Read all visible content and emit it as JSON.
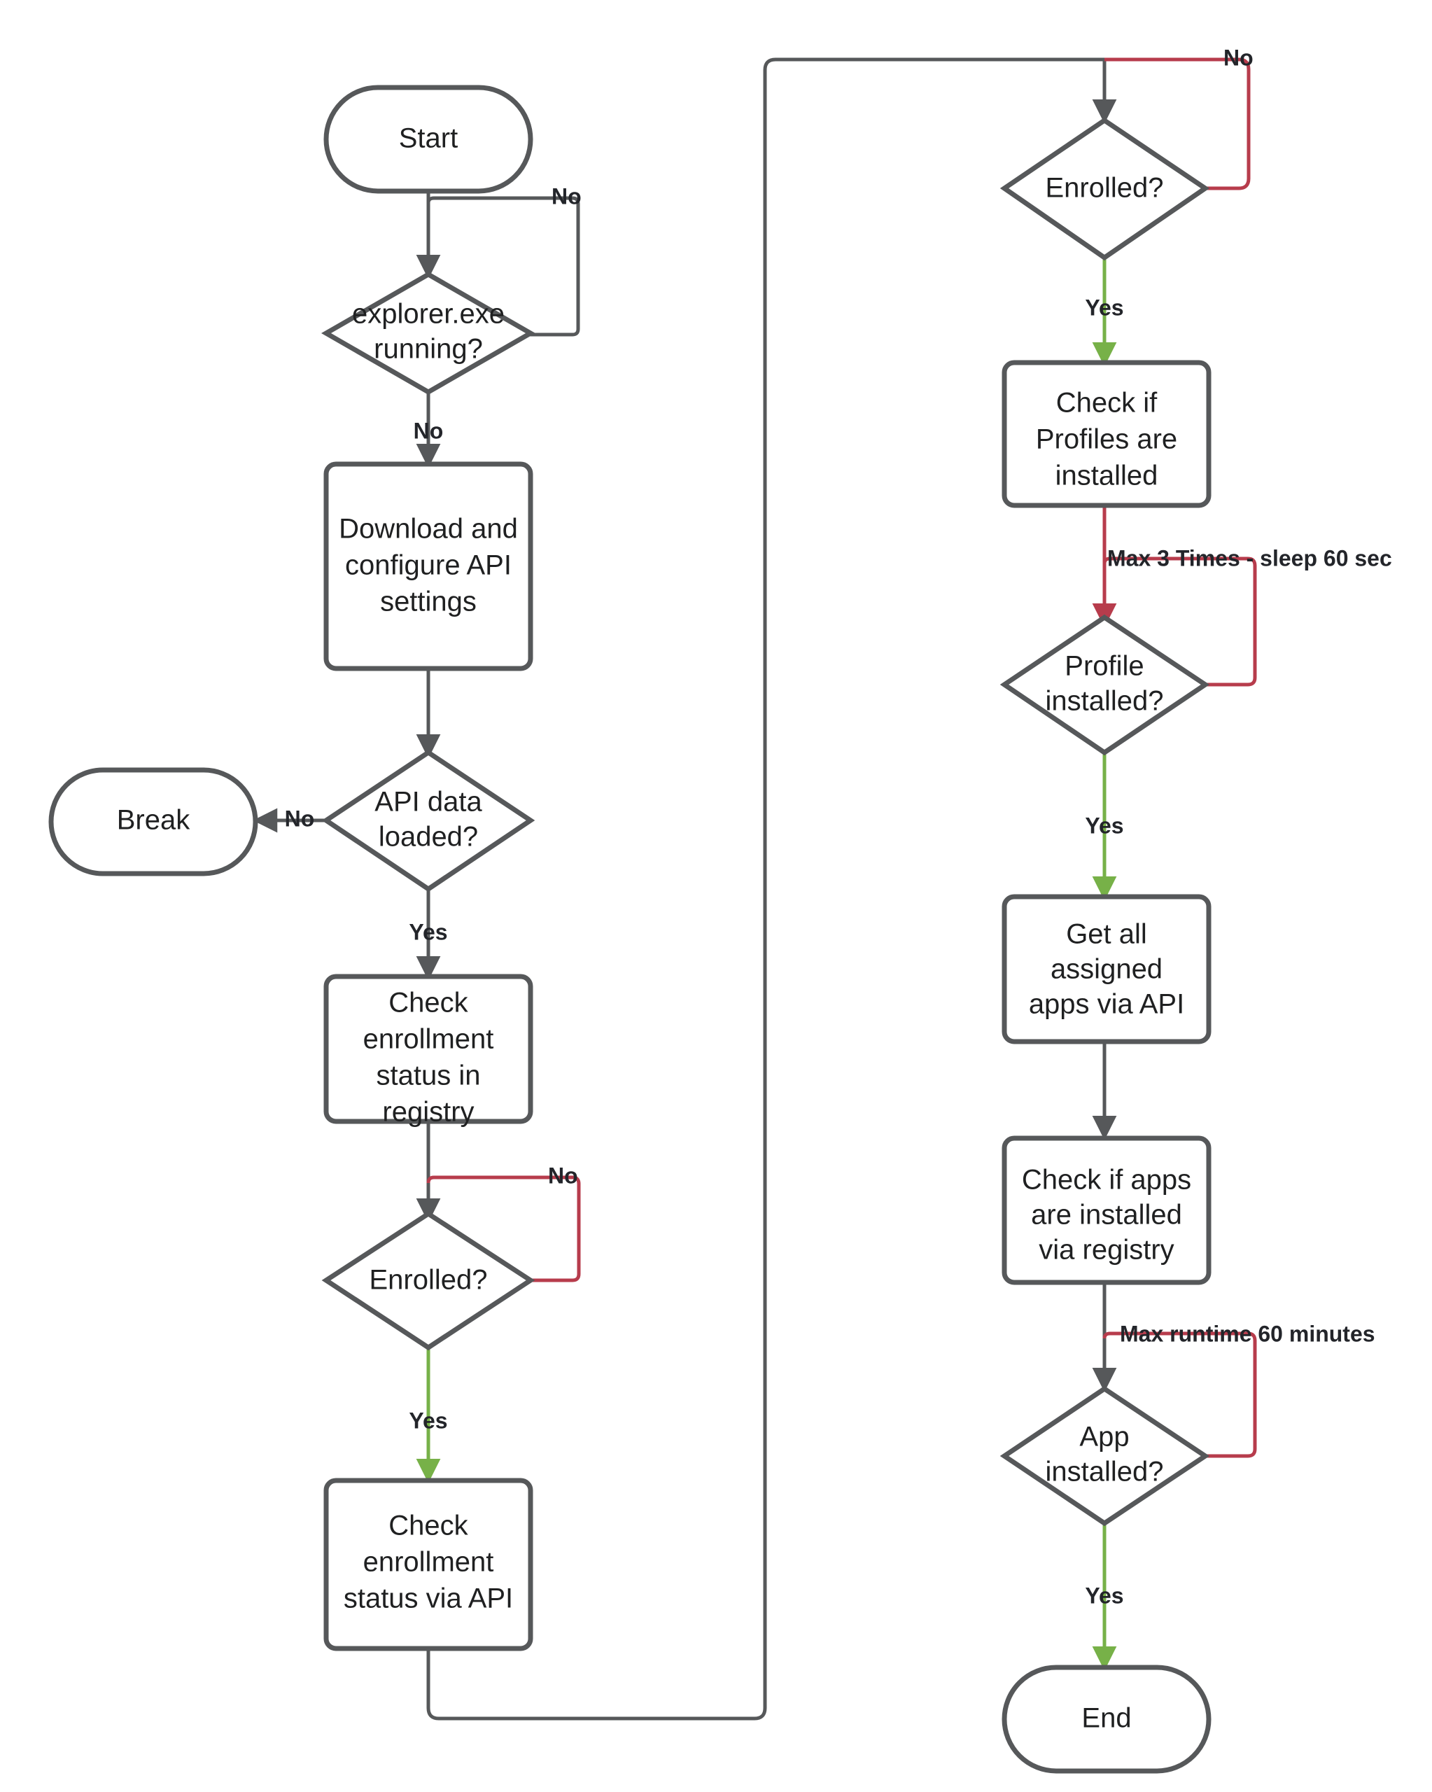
{
  "diagram": {
    "type": "flowchart",
    "orientation": "top-to-bottom, two columns",
    "colors": {
      "node_stroke": "#56585a",
      "node_fill": "#ffffff",
      "text": "#1f2021",
      "edge_default": "#56585a",
      "edge_yes": "#77b148",
      "edge_no": "#b73c4c",
      "background": "#ffffff"
    }
  },
  "nodes": {
    "start": {
      "label": "Start",
      "shape": "stadium"
    },
    "explorer_running": {
      "label_line1": "explorer.exe",
      "label_line2": "running?",
      "shape": "diamond"
    },
    "download_configure": {
      "label_line1": "Download and",
      "label_line2": "configure API",
      "label_line3": "settings",
      "shape": "process"
    },
    "api_data_loaded": {
      "label_line1": "API data",
      "label_line2": "loaded?",
      "shape": "diamond"
    },
    "break": {
      "label": "Break",
      "shape": "stadium"
    },
    "check_enrollment_registry": {
      "label_line1": "Check",
      "label_line2": "enrollment",
      "label_line3": "status in",
      "label_line4": "registry",
      "shape": "process"
    },
    "enrolled_registry": {
      "label": "Enrolled?",
      "shape": "diamond"
    },
    "check_enrollment_api": {
      "label_line1": "Check",
      "label_line2": "enrollment",
      "label_line3": "status via API",
      "shape": "process"
    },
    "enrolled_api": {
      "label": "Enrolled?",
      "shape": "diamond"
    },
    "check_profiles": {
      "label_line1": "Check if",
      "label_line2": "Profiles are",
      "label_line3": "installed",
      "shape": "process"
    },
    "profile_installed": {
      "label_line1": "Profile",
      "label_line2": "installed?",
      "shape": "diamond"
    },
    "get_assigned_apps": {
      "label_line1": "Get all",
      "label_line2": "assigned",
      "label_line3": "apps via API",
      "shape": "process"
    },
    "check_apps_registry": {
      "label_line1": "Check if apps",
      "label_line2": "are installed",
      "label_line3": "via registry",
      "shape": "process"
    },
    "app_installed": {
      "label_line1": "App",
      "label_line2": "installed?",
      "shape": "diamond"
    },
    "end": {
      "label": "End",
      "shape": "stadium"
    }
  },
  "edge_labels": {
    "explorer_no_loop": "No",
    "explorer_no_down": "No",
    "api_loaded_no": "No",
    "api_loaded_yes": "Yes",
    "enrolled_registry_no": "No",
    "enrolled_registry_yes": "Yes",
    "enrolled_api_no": "No",
    "enrolled_api_yes": "Yes",
    "profiles_retry": "Max 3 Times - sleep 60 sec",
    "profile_installed_yes": "Yes",
    "app_max_runtime": "Max runtime 60 minutes",
    "app_installed_yes": "Yes"
  },
  "edges": [
    {
      "from": "start",
      "to": "explorer_running",
      "label": "",
      "color": "default"
    },
    {
      "from": "explorer_running",
      "to": "explorer_running",
      "label": "No",
      "color": "default",
      "note": "self loop to the right"
    },
    {
      "from": "explorer_running",
      "to": "download_configure",
      "label": "No",
      "color": "default"
    },
    {
      "from": "download_configure",
      "to": "api_data_loaded",
      "label": "",
      "color": "default"
    },
    {
      "from": "api_data_loaded",
      "to": "break",
      "label": "No",
      "color": "default"
    },
    {
      "from": "api_data_loaded",
      "to": "check_enrollment_registry",
      "label": "Yes",
      "color": "default"
    },
    {
      "from": "check_enrollment_registry",
      "to": "enrolled_registry",
      "label": "",
      "color": "default"
    },
    {
      "from": "enrolled_registry",
      "to": "enrolled_registry",
      "label": "No",
      "color": "no",
      "note": "self loop to the right"
    },
    {
      "from": "enrolled_registry",
      "to": "check_enrollment_api",
      "label": "Yes",
      "color": "yes"
    },
    {
      "from": "check_enrollment_api",
      "to": "enrolled_api",
      "label": "",
      "color": "default",
      "note": "long connector down, right, then up to top of right column"
    },
    {
      "from": "enrolled_api",
      "to": "enrolled_api",
      "label": "No",
      "color": "no",
      "note": "self loop to the right"
    },
    {
      "from": "enrolled_api",
      "to": "check_profiles",
      "label": "Yes",
      "color": "yes"
    },
    {
      "from": "check_profiles",
      "to": "profile_installed",
      "label": "",
      "color": "no"
    },
    {
      "from": "profile_installed",
      "to": "check_profiles",
      "label": "Max 3 Times - sleep 60 sec",
      "color": "no",
      "note": "retry loop"
    },
    {
      "from": "profile_installed",
      "to": "get_assigned_apps",
      "label": "Yes",
      "color": "yes"
    },
    {
      "from": "get_assigned_apps",
      "to": "check_apps_registry",
      "label": "",
      "color": "default"
    },
    {
      "from": "check_apps_registry",
      "to": "app_installed",
      "label": "",
      "color": "default"
    },
    {
      "from": "app_installed",
      "to": "check_apps_registry",
      "label": "Max runtime 60 minutes",
      "color": "no",
      "note": "retry loop"
    },
    {
      "from": "app_installed",
      "to": "end",
      "label": "Yes",
      "color": "yes"
    }
  ]
}
